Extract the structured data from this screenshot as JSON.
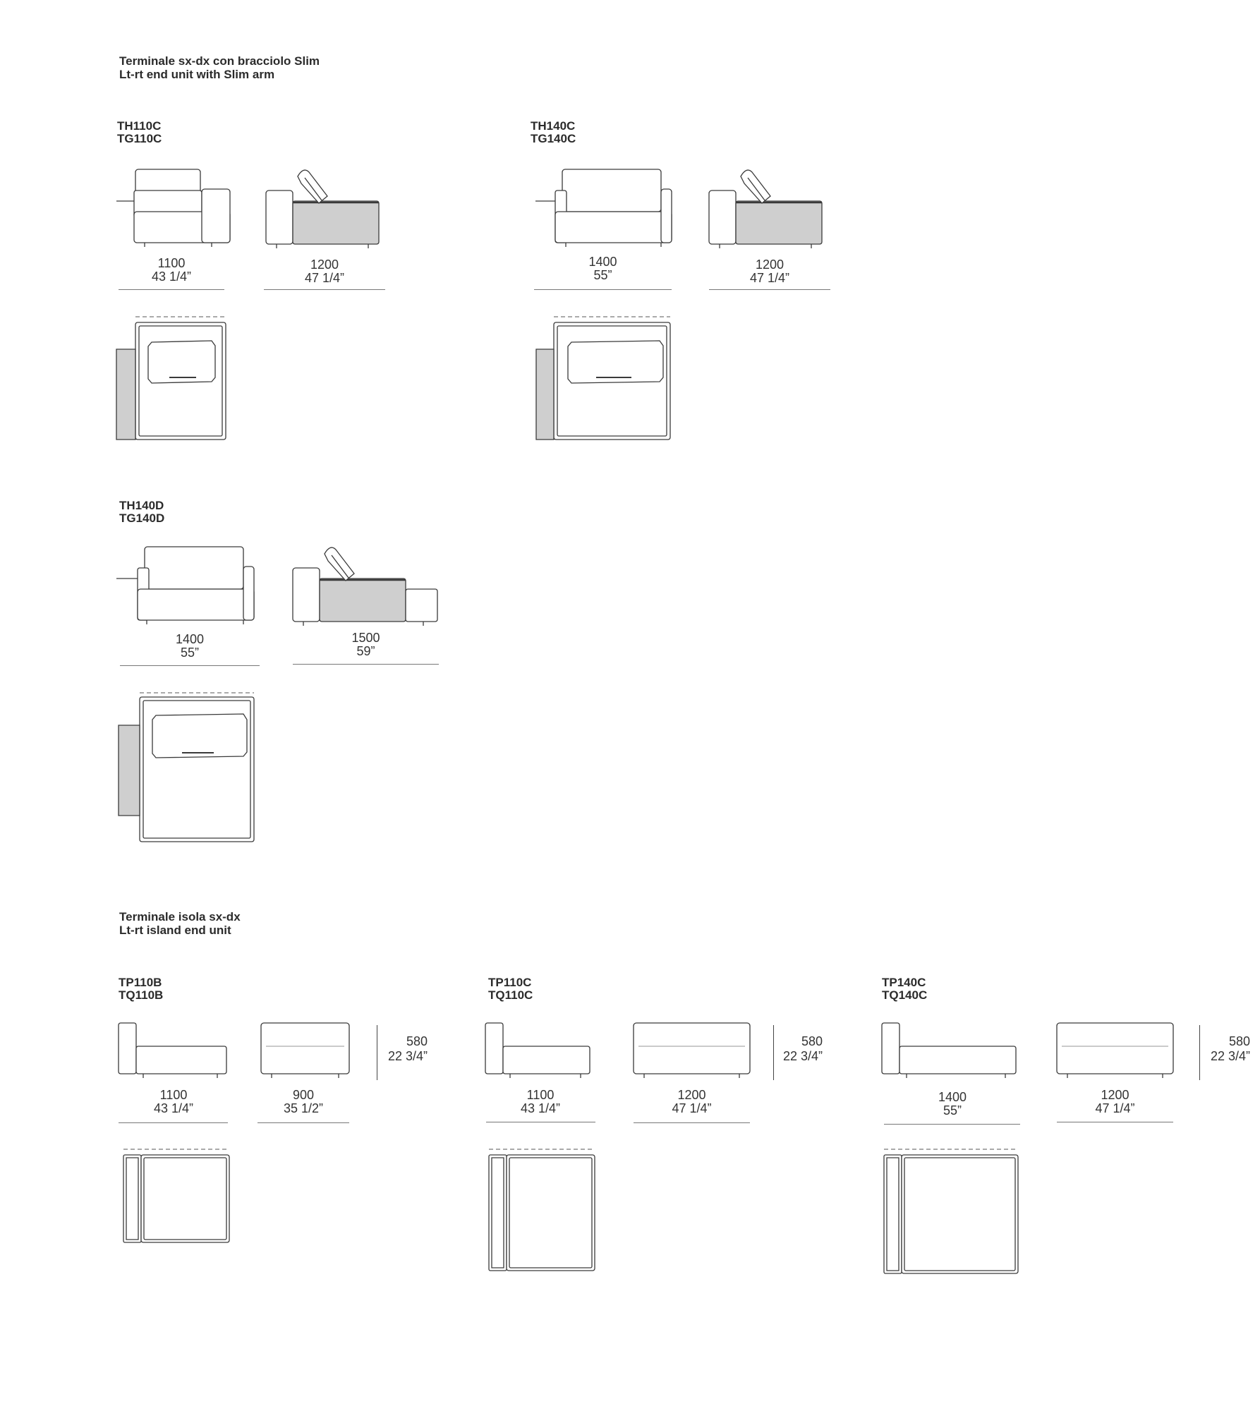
{
  "sections": [
    {
      "title_it": "Terminale sx-dx con bracciolo Slim",
      "title_en": "Lt-rt end unit with Slim arm"
    },
    {
      "title_it": "Terminale isola sx-dx",
      "title_en": "Lt-rt island end unit"
    }
  ],
  "modules": [
    {
      "code_a": "TH110C",
      "code_b": "TG110C",
      "front_mm": "1100",
      "front_in": "43 1/4”",
      "side_mm": "1200",
      "side_in": "47 1/4”"
    },
    {
      "code_a": "TH140C",
      "code_b": "TG140C",
      "front_mm": "1400",
      "front_in": "55”",
      "side_mm": "1200",
      "side_in": "47 1/4”"
    },
    {
      "code_a": "TH140D",
      "code_b": "TG140D",
      "front_mm": "1400",
      "front_in": "55”",
      "side_mm": "1500",
      "side_in": "59”"
    },
    {
      "code_a": "TP110B",
      "code_b": "TQ110B",
      "front_mm": "1100",
      "front_in": "43 1/4”",
      "side_mm": "900",
      "side_in": "35 1/2”",
      "height_mm": "580",
      "height_in": "22 3/4”"
    },
    {
      "code_a": "TP110C",
      "code_b": "TQ110C",
      "front_mm": "1100",
      "front_in": "43 1/4”",
      "side_mm": "1200",
      "side_in": "47 1/4”",
      "height_mm": "580",
      "height_in": "22 3/4”"
    },
    {
      "code_a": "TP140C",
      "code_b": "TQ140C",
      "front_mm": "1400",
      "front_in": "55”",
      "side_mm": "1200",
      "side_in": "47 1/4”",
      "height_mm": "580",
      "height_in": "22 3/4”"
    }
  ],
  "colors": {
    "line": "#3a3a3a",
    "fill_gray": "#cfcfcf",
    "dash": "#777777"
  }
}
